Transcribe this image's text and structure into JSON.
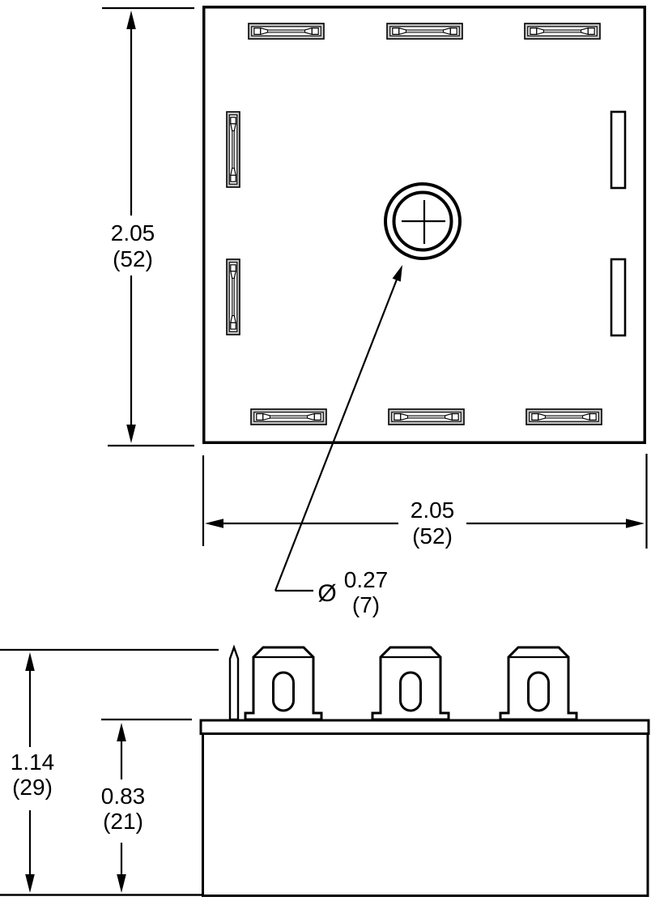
{
  "drawing": {
    "type": "component-dimension-drawing",
    "units": "inches (mm)",
    "top_view": {
      "height_dim": {
        "in": "2.05",
        "mm": "(52)"
      },
      "width_dim": {
        "in": "2.05",
        "mm": "(52)"
      },
      "hole_dim": {
        "symbol": "Ø",
        "in": "0.27",
        "mm": "(7)"
      }
    },
    "side_view": {
      "overall_height_dim": {
        "in": "1.14",
        "mm": "(29)"
      },
      "body_height_dim": {
        "in": "0.83",
        "mm": "(21)"
      }
    },
    "colors": {
      "line": "#000000",
      "fill": "#ffffff",
      "slot_shading": "#c4c4c4"
    }
  }
}
